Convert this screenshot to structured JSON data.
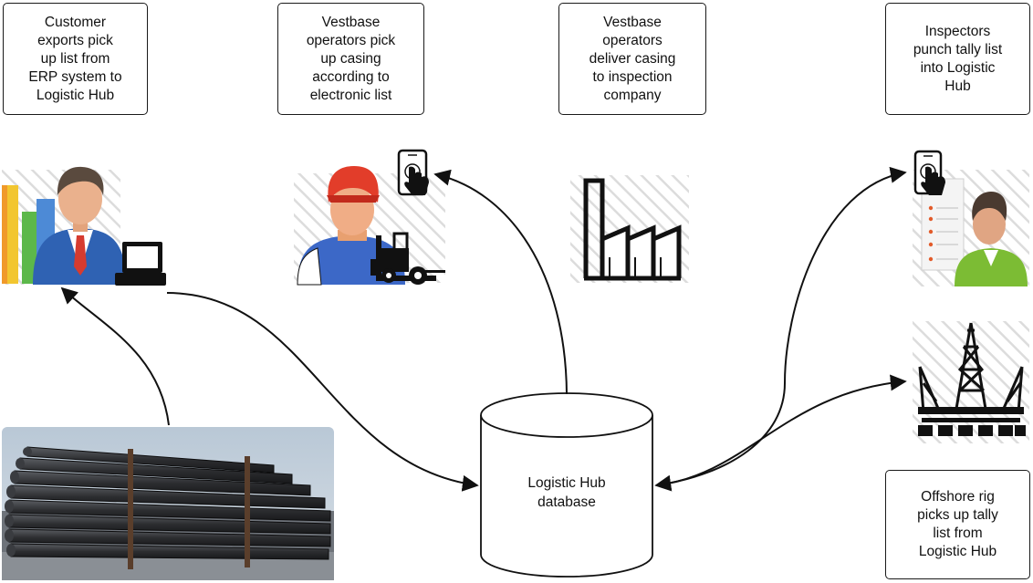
{
  "boxes": {
    "customer_export": "Customer\nexports pick\nup list from\nERP system to\nLogistic Hub",
    "vestbase_pick": "Vestbase\noperators pick\nup casing\naccording to\nelectronic list",
    "vestbase_deliver": "Vestbase\noperators\ndeliver casing\nto inspection\ncompany",
    "inspectors": "Inspectors\npunch tally list\ninto Logistic\nHub",
    "offshore": "Offshore rig\npicks up tally\nlist from\nLogistic Hub"
  },
  "database": {
    "label": "Logistic Hub\ndatabase"
  },
  "icons": [
    "customer-with-laptop-icon",
    "bar-chart-icon",
    "worker-with-forklift-icon",
    "tablet-touch-icon",
    "factory-icon",
    "inspector-checklist-icon",
    "offshore-rig-icon",
    "casing-pipes-photo"
  ],
  "colors": {
    "line": "#111111",
    "box_border": "#1a1a1a",
    "hatch": "#d9d9d9"
  }
}
